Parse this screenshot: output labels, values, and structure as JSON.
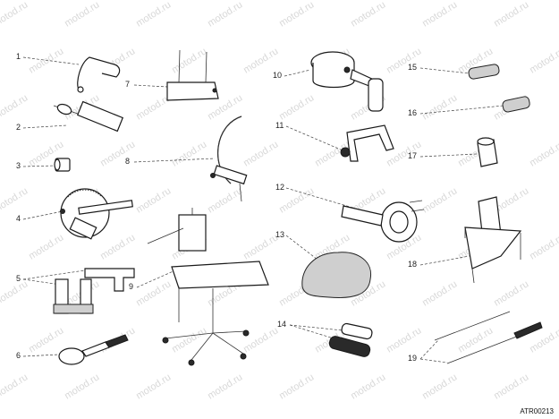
{
  "watermark": "motod.ru",
  "reference_code": "ATR00213",
  "labels": {
    "l1": "1",
    "l2": "2",
    "l3": "3",
    "l4": "4",
    "l5": "5",
    "l5b": "5",
    "l6": "6",
    "l7": "7",
    "l8": "8",
    "l9": "9",
    "l10": "10",
    "l11": "11",
    "l12": "12",
    "l13": "13",
    "l14": "14",
    "l15": "15",
    "l16": "16",
    "l17": "17",
    "l18": "18",
    "l19": "19"
  }
}
